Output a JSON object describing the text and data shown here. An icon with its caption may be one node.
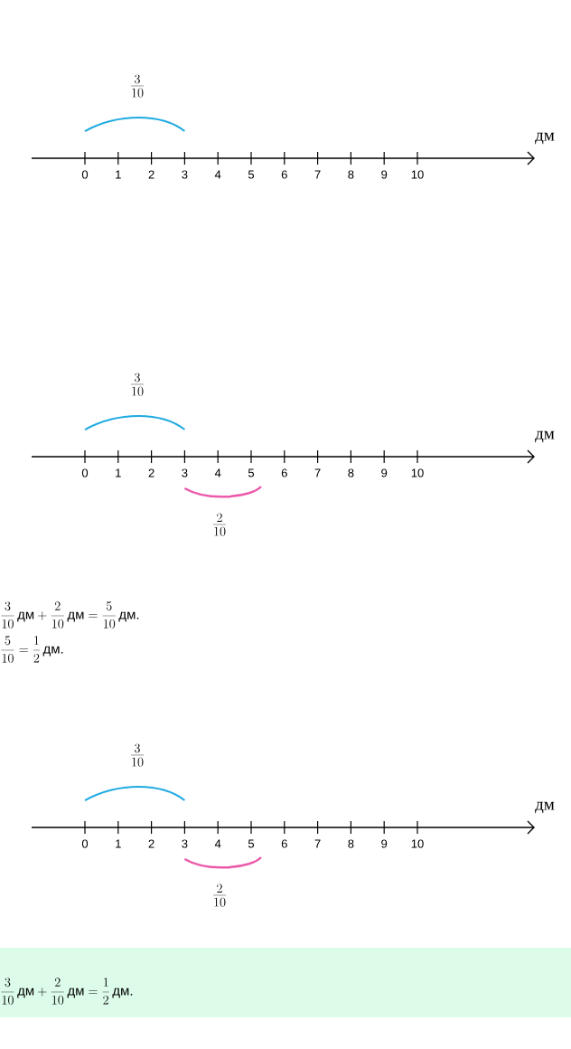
{
  "diagram": {
    "labels": [
      "\\frac{3}{10}",
      "дм",
      "0",
      "1",
      "2",
      "3",
      "4",
      "5",
      "6",
      "7",
      "8",
      "9",
      "10",
      "\\frac{3}{10}",
      "дм",
      "0",
      "1",
      "2",
      "3",
      "4",
      "5",
      "6",
      "7",
      "8",
      "9",
      "10",
      "\\frac{2}{10}",
      "\\frac{3}{10}\\,\\mbox{дм}+\\frac{2}{10}\\,\\mbox{дм}=\\frac{5}{10}\\,\\mbox{дм.}",
      "\\frac{5}{10}=\\frac{1}{2}\\,\\mbox{дм.}",
      "\\frac{3}{10}",
      "дм",
      "0",
      "1",
      "2",
      "3",
      "4",
      "5",
      "6",
      "7",
      "8",
      "9",
      "10",
      "\\frac{2}{10}",
      "\\frac{3}{10}\\,\\mbox{дм}+\\frac{2}{10}\\,\\mbox{дм}=\\frac{1}{2}\\,\\mbox{дм.}"
    ]
  }
}
